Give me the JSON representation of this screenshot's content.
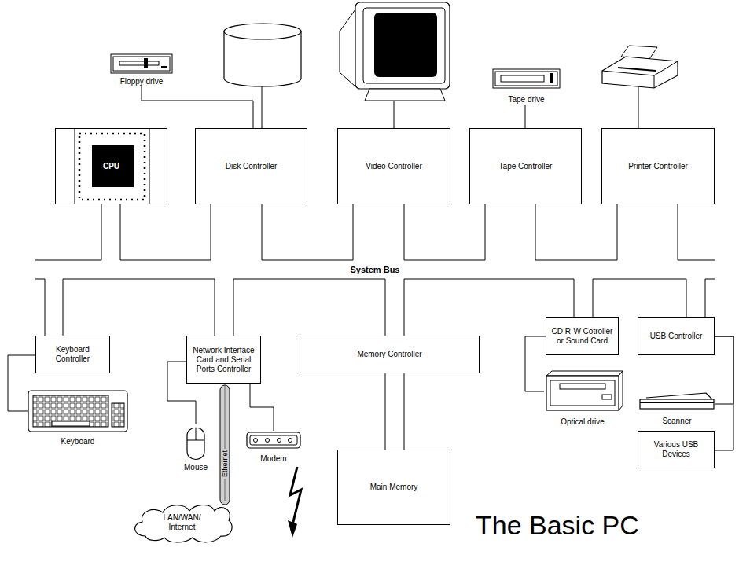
{
  "diagram": {
    "title": "The Basic PC",
    "nodes": [
      {
        "text": [
          "Floppy drive"
        ]
      },
      {
        "text": [
          "Tape drive"
        ]
      },
      {
        "text": [
          "CPU"
        ]
      },
      {
        "text": [
          "Disk Controller"
        ]
      },
      {
        "text": [
          "Video Controller"
        ]
      },
      {
        "text": [
          "Tape Controller"
        ]
      },
      {
        "text": [
          "Printer Controller"
        ]
      },
      {
        "text": [
          "System Bus"
        ]
      },
      {
        "text": [
          "Keyboard Controller"
        ]
      },
      {
        "text": [
          "Network Interface Card and Serial Ports Controller"
        ]
      },
      {
        "text": [
          "Memory Controller"
        ]
      },
      {
        "text": [
          "CD R-W Cotroller or Sound Card"
        ]
      },
      {
        "text": [
          "USB Controller"
        ]
      },
      {
        "text": [
          "Optical drive"
        ]
      },
      {
        "text": [
          "Scanner"
        ]
      },
      {
        "text": [
          "Keyboard"
        ]
      },
      {
        "text": [
          "Mouse"
        ]
      },
      {
        "text": [
          "Modem"
        ]
      },
      {
        "text": [
          "Various USB Devices"
        ]
      },
      {
        "text": [
          "Main Memory"
        ]
      },
      {
        "text": [
          "LAN/WAN/ Internet"
        ]
      }
    ],
    "edges": [
      {
        "from": 0,
        "to": 3,
        "arrow": "none"
      },
      {
        "from": 1,
        "to": 5,
        "arrow": "none"
      },
      {
        "from": 2,
        "to": 7,
        "arrow": "none"
      },
      {
        "from": 3,
        "to": 7,
        "arrow": "none"
      },
      {
        "from": 4,
        "to": 7,
        "arrow": "none"
      },
      {
        "from": 5,
        "to": 7,
        "arrow": "none"
      },
      {
        "from": 6,
        "to": 7,
        "arrow": "none"
      },
      {
        "from": 7,
        "to": 8,
        "arrow": "none"
      },
      {
        "from": 7,
        "to": 9,
        "arrow": "none"
      },
      {
        "from": 7,
        "to": 10,
        "arrow": "none"
      },
      {
        "from": 7,
        "to": 11,
        "arrow": "none"
      },
      {
        "from": 7,
        "to": 12,
        "arrow": "none"
      },
      {
        "from": 10,
        "to": 19,
        "arrow": "none"
      },
      {
        "from": 8,
        "to": 15,
        "arrow": "none"
      },
      {
        "from": 9,
        "to": 16,
        "arrow": "none"
      },
      {
        "from": 9,
        "to": 20,
        "label": "Ethernet",
        "arrow": "none"
      },
      {
        "from": 9,
        "to": 17,
        "arrow": "none"
      },
      {
        "from": 11,
        "to": 13,
        "arrow": "none"
      },
      {
        "from": 12,
        "to": 14,
        "arrow": "none"
      },
      {
        "from": 12,
        "to": 18,
        "arrow": "none"
      }
    ]
  }
}
